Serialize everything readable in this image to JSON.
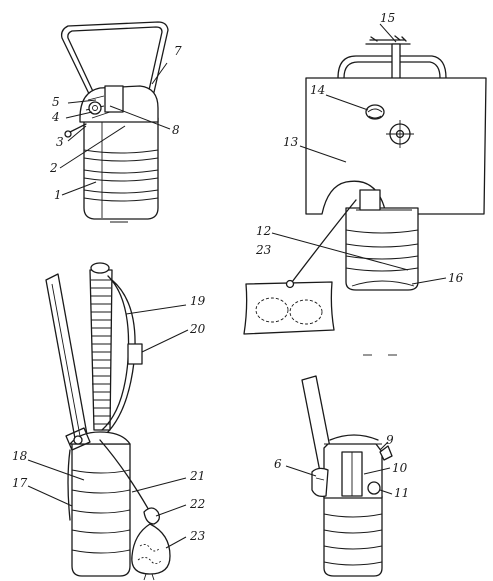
{
  "callouts": {
    "c1": "1",
    "c2": "2",
    "c3": "3",
    "c4": "4",
    "c5": "5",
    "c6": "6",
    "c7": "7",
    "c8": "8",
    "c9": "9",
    "c10": "10",
    "c11": "11",
    "c12": "12",
    "c13": "13",
    "c14": "14",
    "c15": "15",
    "c16": "16",
    "c17": "17",
    "c18": "18",
    "c19": "19",
    "c20": "20",
    "c21": "21",
    "c22": "22",
    "c23a": "23",
    "c23b": "23"
  }
}
